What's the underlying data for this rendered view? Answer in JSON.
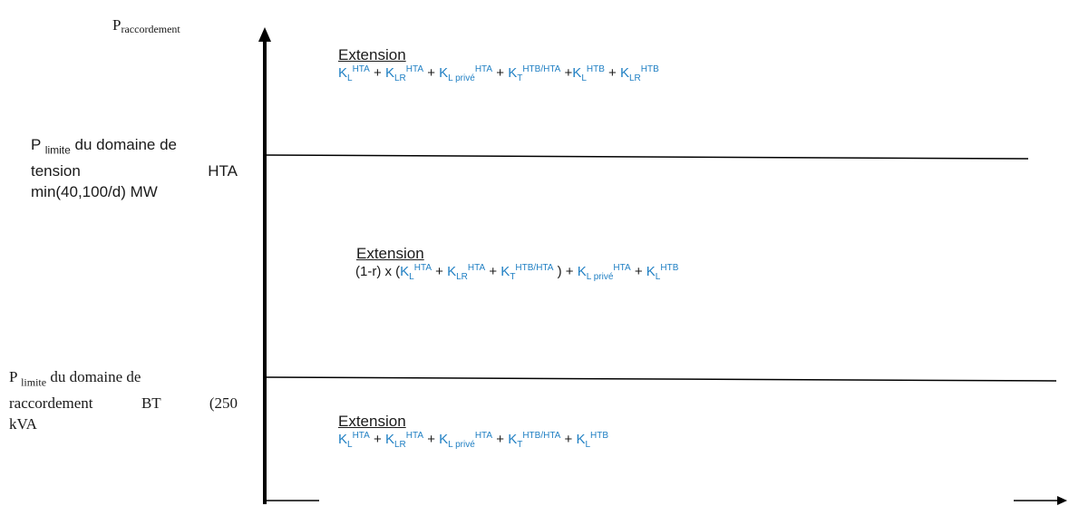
{
  "diagram": {
    "y_axis_label": {
      "main": "P",
      "sub": "raccordement"
    },
    "limits": [
      {
        "lines": [
          "du domaine de",
          "tension HTA",
          "min(40,100/d) MW"
        ],
        "prefix": "P",
        "prefix_sub": "limite"
      },
      {
        "lines": [
          "du domaine de",
          "raccordement BT (250",
          "kVA"
        ],
        "prefix": "P",
        "prefix_sub": "limite"
      }
    ],
    "zones": [
      {
        "title": "Extension",
        "terms": [
          {
            "base": "K",
            "sub": "L",
            "sup": "HTA"
          },
          {
            "op": " + "
          },
          {
            "base": "K",
            "sub": "LR",
            "sup": "HTA"
          },
          {
            "op": " + "
          },
          {
            "base": "K",
            "sub": "L privé",
            "sup": "HTA"
          },
          {
            "op": " + "
          },
          {
            "base": "K",
            "sub": "T",
            "sup": "HTB/HTA"
          },
          {
            "op": " +"
          },
          {
            "base": "K",
            "sub": "L",
            "sup": "HTB"
          },
          {
            "op": " + "
          },
          {
            "base": "K",
            "sub": "LR",
            "sup": "HTB"
          }
        ]
      },
      {
        "title": "Extension",
        "prefix": "(1-r) x (",
        "terms": [
          {
            "base": "K",
            "sub": "L",
            "sup": "HTA"
          },
          {
            "op": " + "
          },
          {
            "base": "K",
            "sub": "LR",
            "sup": "HTA"
          },
          {
            "op": " + "
          },
          {
            "base": "K",
            "sub": "T",
            "sup": "HTB/HTA"
          },
          {
            "op": " ) + "
          },
          {
            "base": "K",
            "sub": "L privé",
            "sup": "HTA"
          },
          {
            "op": " + "
          },
          {
            "base": "K",
            "sub": "L",
            "sup": "HTB"
          }
        ]
      },
      {
        "title": "Extension",
        "terms": [
          {
            "base": "K",
            "sub": "L",
            "sup": "HTA"
          },
          {
            "op": " + "
          },
          {
            "base": "K",
            "sub": "LR",
            "sup": "HTA"
          },
          {
            "op": " + "
          },
          {
            "base": "K",
            "sub": "L privé",
            "sup": "HTA"
          },
          {
            "op": " + "
          },
          {
            "base": "K",
            "sub": "T",
            "sup": "HTB/HTA"
          },
          {
            "op": " + "
          },
          {
            "base": "K",
            "sub": "L",
            "sup": "HTB"
          }
        ]
      }
    ],
    "colors": {
      "formula_term": "#1f7fc3",
      "line": "#000000",
      "text": "#1a1a1a"
    }
  }
}
